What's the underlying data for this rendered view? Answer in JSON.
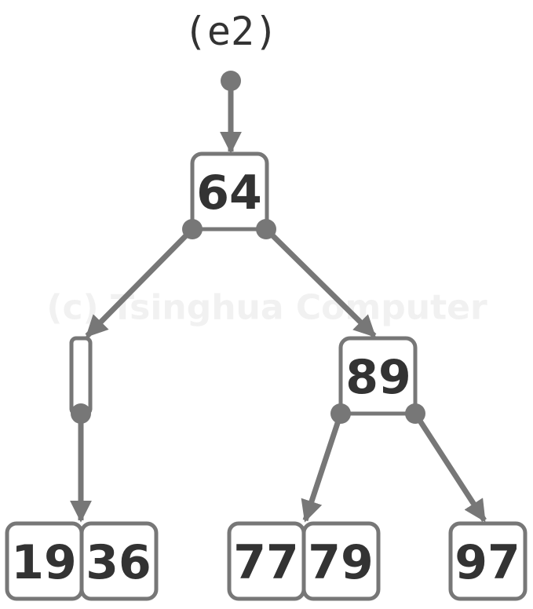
{
  "caption": "(e2)",
  "watermark": "(c) Tsinghua Computer",
  "colors": {
    "stroke": "#777777",
    "text": "#333333",
    "background": "#ffffff"
  },
  "tree": {
    "root": {
      "keys": [
        "64"
      ]
    },
    "left_child": {
      "keys": []
    },
    "right_child": {
      "keys": [
        "89"
      ]
    },
    "leaves": [
      {
        "keys": [
          "19",
          "36"
        ]
      },
      {
        "keys": [
          "77",
          "79"
        ]
      },
      {
        "keys": [
          "97"
        ]
      }
    ]
  }
}
